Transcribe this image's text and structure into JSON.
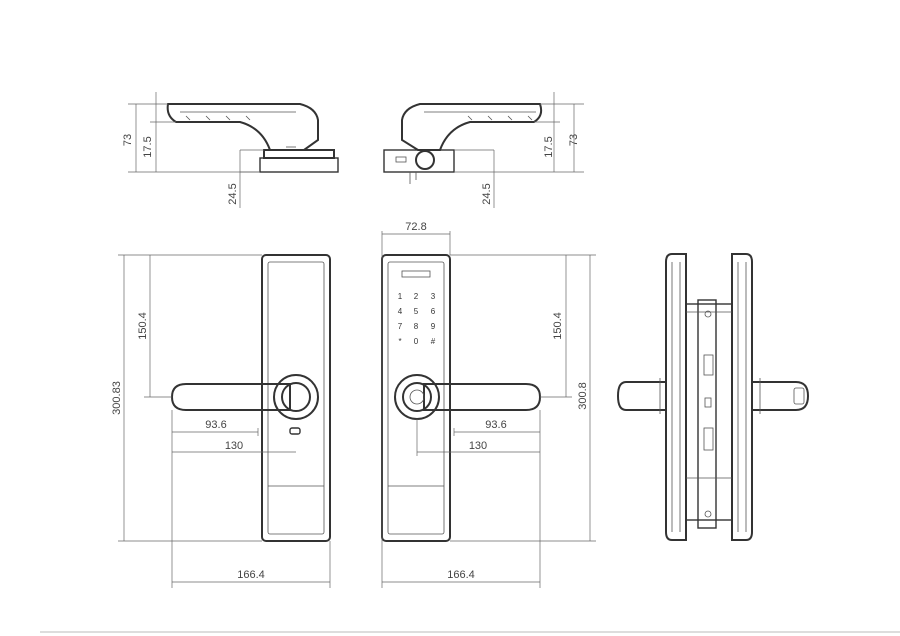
{
  "dimensions": {
    "top_left": {
      "height": "73",
      "neck": "17.5",
      "rose": "24.5"
    },
    "top_right": {
      "height": "73",
      "neck": "17.5",
      "rose": "24.5"
    },
    "front_left": {
      "height": "300.83",
      "upper": "150.4",
      "lever_reach": "93.6",
      "lever_total": "130",
      "width": "166.4"
    },
    "front_right": {
      "plate_width": "72.8",
      "height": "300.8",
      "upper": "150.4",
      "lever_reach": "93.6",
      "lever_total": "130",
      "width": "166.4"
    }
  },
  "keypad": {
    "keys": [
      "1",
      "2",
      "3",
      "4",
      "5",
      "6",
      "7",
      "8",
      "9",
      "*",
      "0",
      "#"
    ]
  }
}
